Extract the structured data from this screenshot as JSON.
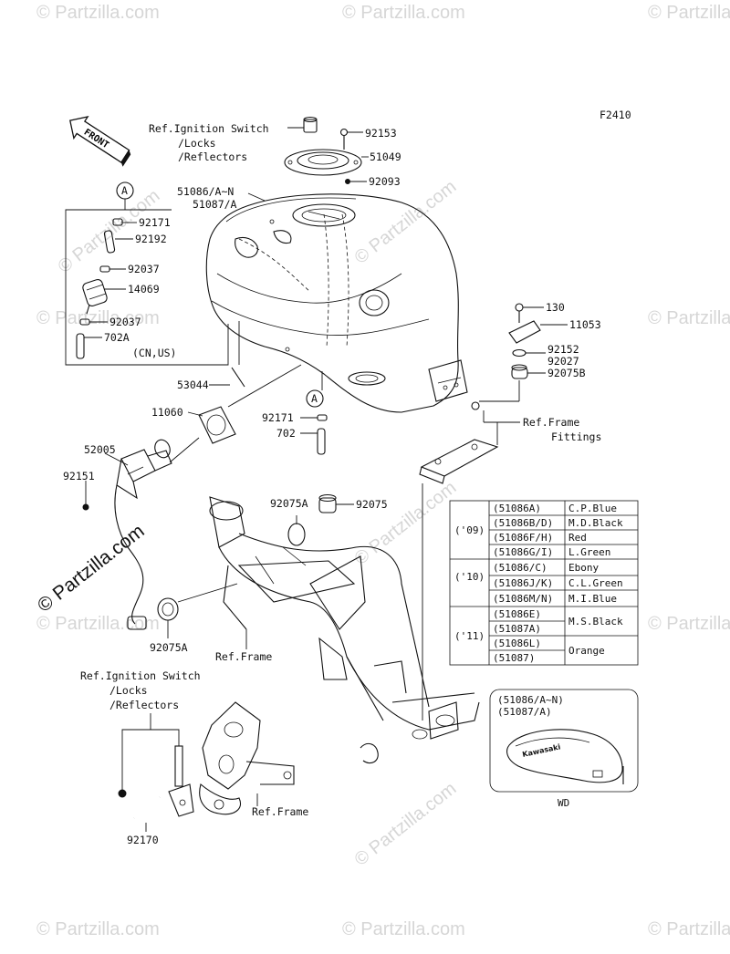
{
  "figure_code": "F2410",
  "watermark": "© Partzilla.com",
  "front_label": "FRONT",
  "labels": {
    "ref_ign_top": [
      "Ref.Ignition Switch",
      "/Locks",
      "/Reflectors"
    ],
    "p92153": "92153",
    "p51049": "51049",
    "p92093": "92093",
    "tank": [
      "51086/A~N",
      "51087/A"
    ],
    "p92171a": "92171",
    "p92192": "92192",
    "p92037a": "92037",
    "p14069": "14069",
    "p92037b": "92037",
    "p702A": "702A",
    "cnus": "(CN,US)",
    "p53044": "53044",
    "p11060": "11060",
    "p92171b": "92171",
    "p702": "702",
    "p52005": "52005",
    "p92151": "92151",
    "p130": "130",
    "p11053": "11053",
    "p92152": "92152",
    "p92027": "92027",
    "p92075B": "92075B",
    "ref_frame_fittings": [
      "Ref.Frame",
      "Fittings"
    ],
    "p92075A_top": "92075A",
    "p92075": "92075",
    "p92075A_bot": "92075A",
    "ref_frame_a": "Ref.Frame",
    "ref_ign_bot": [
      "Ref.Ignition Switch",
      "/Locks",
      "/Reflectors"
    ],
    "ref_frame_b": "Ref.Frame",
    "p92170": "92170",
    "callout_a": "A",
    "inset_title": [
      "(51086/A~N)",
      "(51087/A)"
    ],
    "inset_caption": "WD",
    "inset_brand": "Kawasaki"
  },
  "color_table": {
    "groups": [
      {
        "year": "('09)",
        "rows": [
          {
            "part": "(51086A)",
            "color": "C.P.Blue"
          },
          {
            "part": "(51086B/D)",
            "color": "M.D.Black"
          },
          {
            "part": "(51086F/H)",
            "color": "Red"
          },
          {
            "part": "(51086G/I)",
            "color": "L.Green"
          }
        ]
      },
      {
        "year": "('10)",
        "rows": [
          {
            "part": "(51086/C)",
            "color": "Ebony"
          },
          {
            "part": "(51086J/K)",
            "color": "C.L.Green"
          },
          {
            "part": "(51086M/N)",
            "color": "M.I.Blue"
          }
        ]
      },
      {
        "year": "('11)",
        "rows": [
          {
            "part": "(51086E)",
            "color": "M.S.Black"
          },
          {
            "part": "(51087A)",
            "color": ""
          },
          {
            "part": "(51086L)",
            "color": "Orange"
          },
          {
            "part": "(51087)",
            "color": ""
          }
        ]
      }
    ]
  }
}
